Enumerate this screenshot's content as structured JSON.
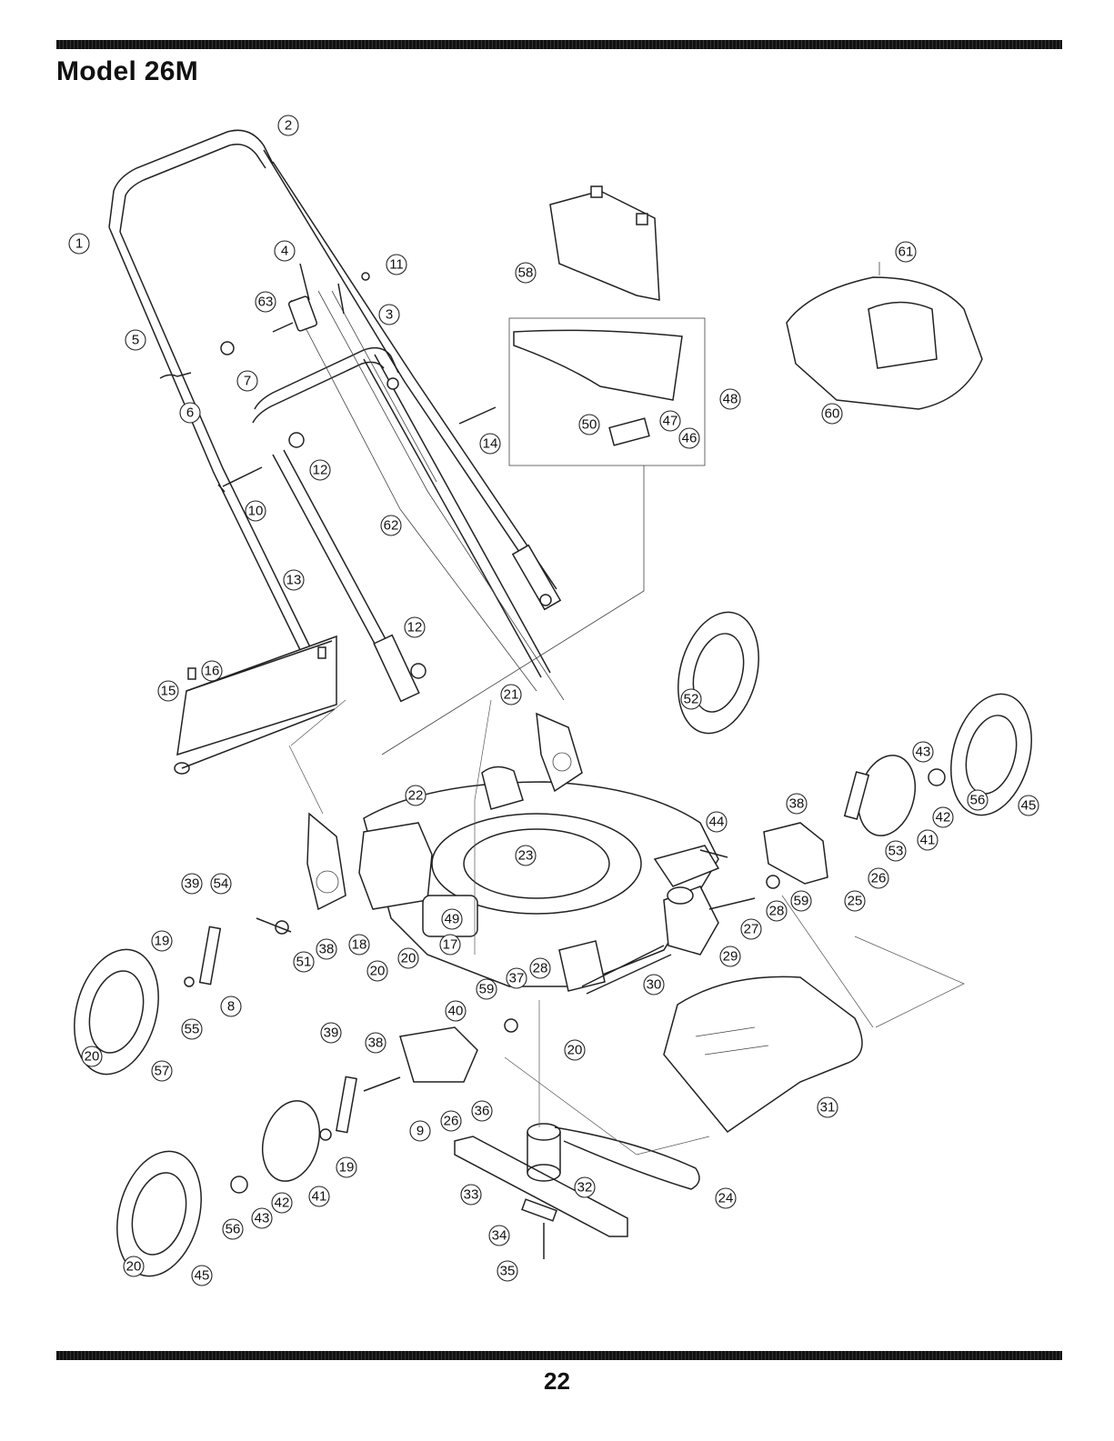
{
  "header": {
    "title": "Model 26M"
  },
  "footer": {
    "page_number": "22"
  },
  "callouts": [
    "1",
    "2",
    "3",
    "4",
    "5",
    "6",
    "7",
    "8",
    "9",
    "10",
    "11",
    "12",
    "13",
    "14",
    "15",
    "16",
    "17",
    "18",
    "19",
    "20",
    "21",
    "22",
    "23",
    "24",
    "25",
    "26",
    "27",
    "28",
    "29",
    "30",
    "31",
    "32",
    "33",
    "34",
    "35",
    "36",
    "37",
    "38",
    "39",
    "40",
    "41",
    "42",
    "43",
    "44",
    "45",
    "46",
    "47",
    "48",
    "49",
    "50",
    "51",
    "52",
    "53",
    "54",
    "55",
    "56",
    "57",
    "58",
    "59",
    "60",
    "61",
    "62",
    "63"
  ]
}
